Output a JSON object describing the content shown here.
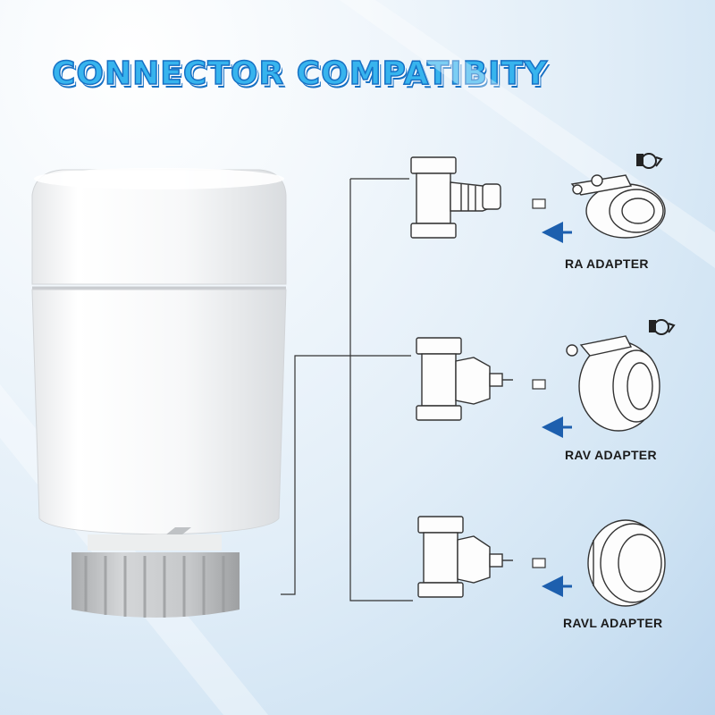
{
  "title": "CONNECTOR COMPATIBITY",
  "adapters": [
    {
      "label": "RA ADAPTER"
    },
    {
      "label": "RAV ADAPTER"
    },
    {
      "label": "RAVL ADAPTER"
    }
  ],
  "colors": {
    "title_fill": "#37b4ee",
    "title_outline": "#1670c4",
    "arrow": "#1d5fae",
    "device_body": "#fafafa",
    "device_nut": "#c9cbcc"
  }
}
